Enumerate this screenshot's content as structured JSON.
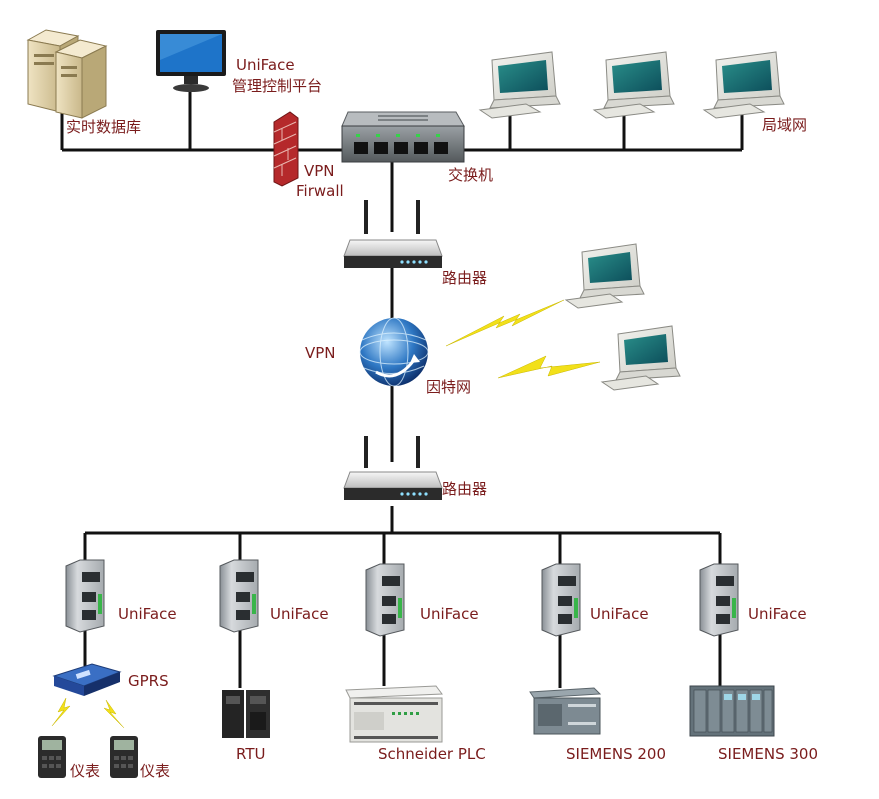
{
  "top": {
    "database_label": "实时数据库",
    "platform_label_1": "UniFace",
    "platform_label_2": "管理控制平台",
    "firewall_label_1": "VPN",
    "firewall_label_2": "Firwall",
    "switch_label": "交换机",
    "lan_label": "局域网"
  },
  "middle": {
    "router_top_label": "路由器",
    "vpn_label": "VPN",
    "internet_label": "因特网",
    "router_bottom_label": "路由器"
  },
  "bottom": {
    "gateways": [
      {
        "label": "UniFace",
        "device": "GPRS"
      },
      {
        "label": "UniFace",
        "device": "RTU"
      },
      {
        "label": "UniFace",
        "device": "Schneider PLC"
      },
      {
        "label": "UniFace",
        "device": "SIEMENS 200"
      },
      {
        "label": "UniFace",
        "device": "SIEMENS 300"
      }
    ],
    "meter_label_1": "仪表",
    "meter_label_2": "仪表"
  },
  "colors": {
    "label": "#7a1c1c",
    "line": "#111111",
    "lightning": "#f2e01a",
    "firewall": "#b5292b"
  }
}
